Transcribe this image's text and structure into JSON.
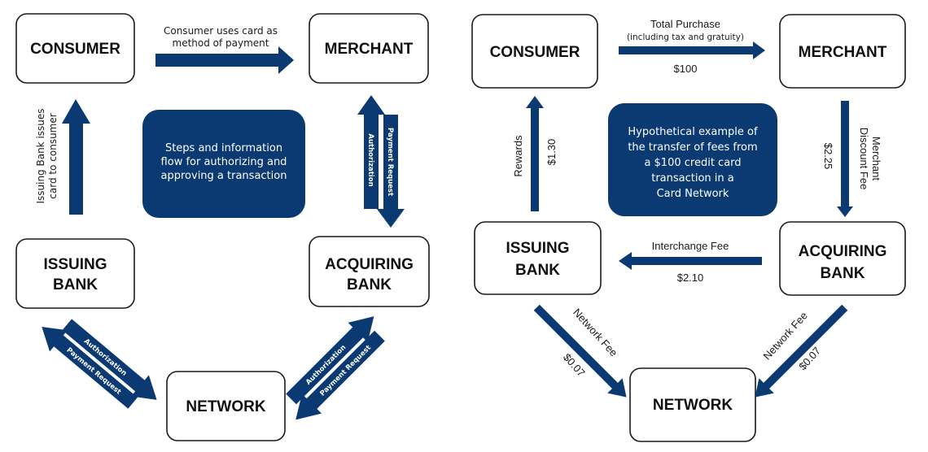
{
  "left_diagram": {
    "info_box": {
      "lines": [
        "Steps and information",
        "flow for authorizing and",
        "approving a transaction"
      ]
    },
    "nodes": {
      "consumer": [
        "CONSUMER"
      ],
      "merchant": [
        "MERCHANT"
      ],
      "issuing_bank": [
        "ISSUING",
        "BANK"
      ],
      "acquiring_bank": [
        "ACQUIRING",
        "BANK"
      ],
      "network": [
        "NETWORK"
      ]
    },
    "flows": {
      "consumer_to_merchant": [
        "Consumer uses card as",
        "method of payment"
      ],
      "issuing_to_consumer": [
        "Issuing Bank issues",
        "card to consumer"
      ],
      "acquiring_to_merchant": "Authorization",
      "merchant_to_acquiring": "Payment Request",
      "issuing_to_network": "Authorization",
      "network_to_issuing": "Payment Request",
      "network_to_acquiring": "Authorization",
      "acquiring_to_network": "Payment Request"
    }
  },
  "right_diagram": {
    "info_box": {
      "lines": [
        "Hypothetical example of",
        "the transfer of fees from",
        "a $100 credit card",
        "transaction in a",
        "Card Network"
      ]
    },
    "nodes": {
      "consumer": [
        "CONSUMER"
      ],
      "merchant": [
        "MERCHANT"
      ],
      "issuing_bank": [
        "ISSUING",
        "BANK"
      ],
      "acquiring_bank": [
        "ACQUIRING",
        "BANK"
      ],
      "network": [
        "NETWORK"
      ]
    },
    "flows": {
      "consumer_to_merchant": {
        "label": "Total Purchase",
        "sublabel": "(including tax and gratuity)",
        "amount": "$100"
      },
      "merchant_to_acquiring": {
        "label": [
          "Merchant",
          "Discount Fee"
        ],
        "amount": "$2.25"
      },
      "acquiring_to_issuing": {
        "label": "Interchange Fee",
        "amount": "$2.10"
      },
      "issuing_to_consumer": {
        "label": "Rewards",
        "amount": "$1.30"
      },
      "issuing_to_network": {
        "label": "Network Fee",
        "amount": "$0.07"
      },
      "acquiring_to_network": {
        "label": "Network Fee",
        "amount": "$0.07"
      }
    }
  },
  "colors": {
    "accent_navy": "#0b3a73",
    "node_border": "#1a1a1a",
    "background": "#ffffff"
  }
}
